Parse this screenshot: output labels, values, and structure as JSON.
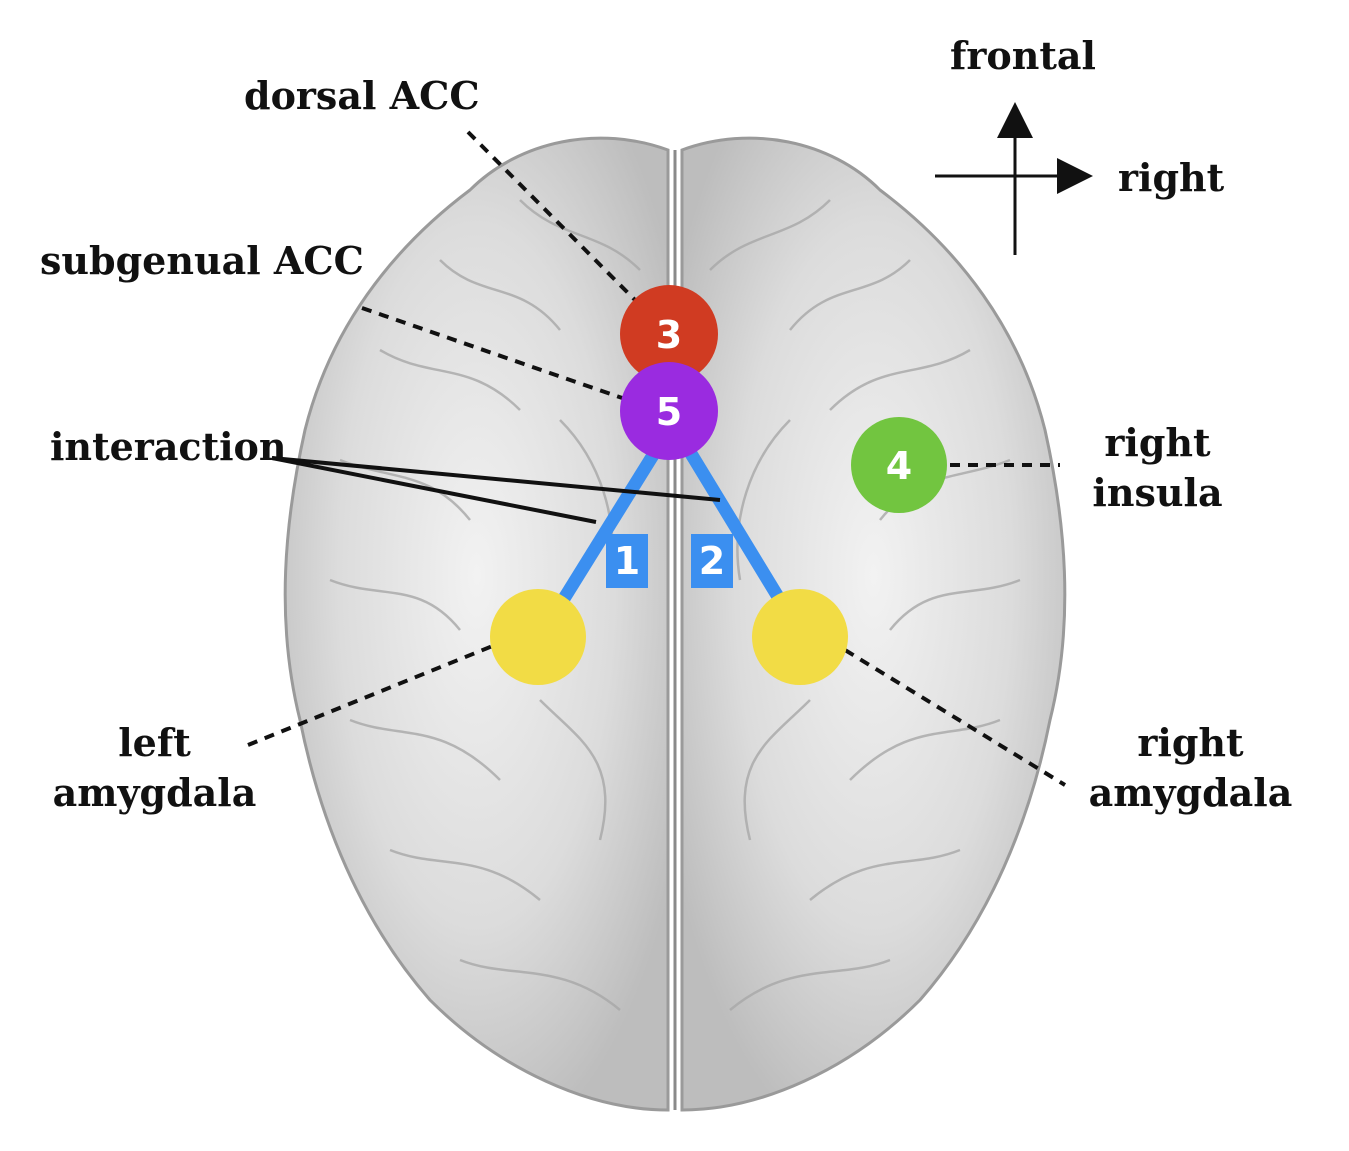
{
  "orientation": {
    "up_label": "frontal",
    "right_label": "right"
  },
  "regions": {
    "dorsal_acc": {
      "label": "dorsal ACC",
      "number": "3",
      "color": "#d03b22"
    },
    "subgenual_acc": {
      "label": "subgenual ACC",
      "number": "5",
      "color": "#9a2be0"
    },
    "right_insula": {
      "label_line1": "right",
      "label_line2": "insula",
      "number": "4",
      "color": "#72c540"
    },
    "left_amygdala": {
      "label_line1": "left",
      "label_line2": "amygdala",
      "color": "#f2dc45"
    },
    "right_amygdala": {
      "label_line1": "right",
      "label_line2": "amygdala",
      "color": "#f2dc45"
    }
  },
  "connections": {
    "color": "#3b8ff0",
    "items": [
      {
        "number": "1",
        "from": "subgenual ACC",
        "to": "left amygdala"
      },
      {
        "number": "2",
        "from": "subgenual ACC",
        "to": "right amygdala"
      }
    ]
  },
  "interaction": {
    "label": "interaction"
  }
}
